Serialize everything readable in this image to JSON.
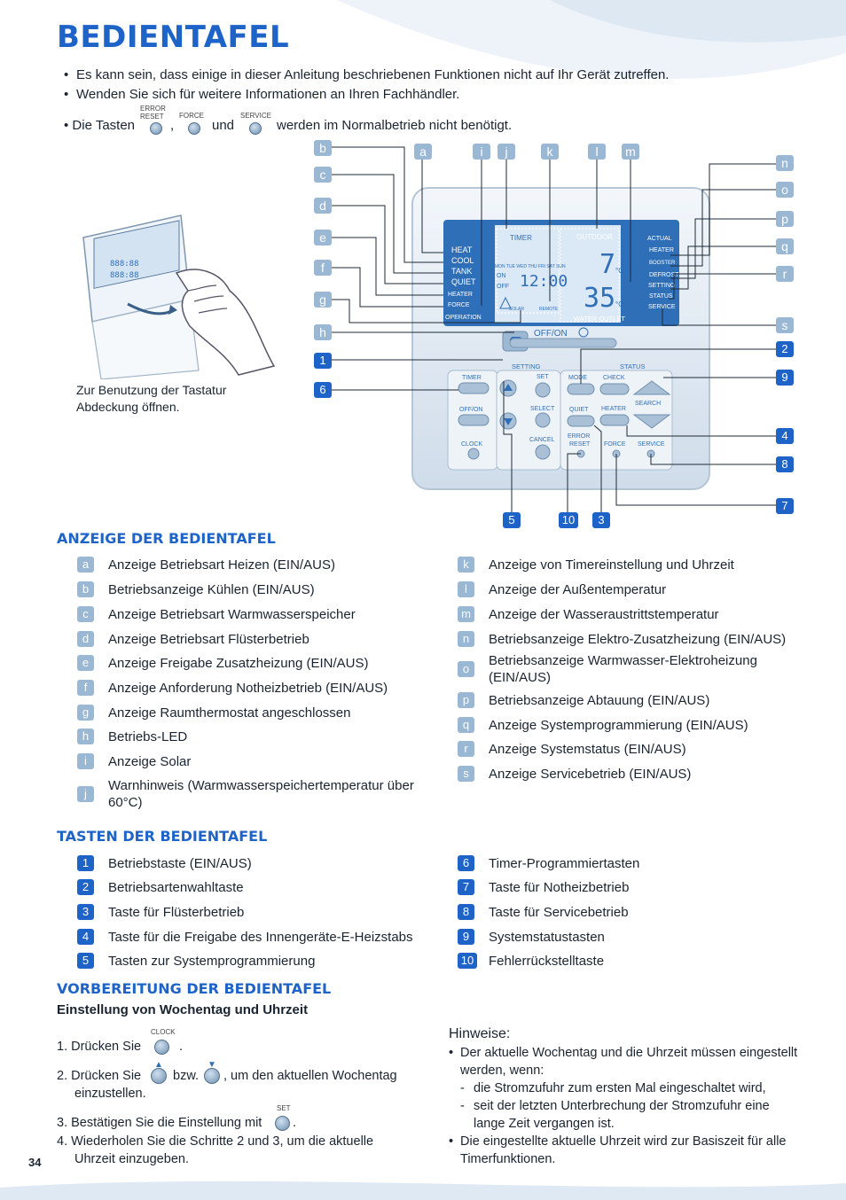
{
  "page": {
    "title": "BEDIENTAFEL",
    "page_number": "34"
  },
  "intro": {
    "bullet1": "Es kann sein, dass einige in dieser Anleitung beschriebenen Funktionen nicht auf Ihr Gerät zutreffen.",
    "bullet2": "Wenden Sie sich für weitere Informationen an Ihren Fachhändler.",
    "bullet3_prefix": "• Die Tasten",
    "key1_label_line1": "ERROR",
    "key1_label_line2": "RESET",
    "key2_label": "FORCE",
    "key3_label": "SERVICE",
    "comma": ",",
    "und": "und",
    "bullet3_suffix": "werden im Normalbetrieb nicht benötigt."
  },
  "illustration": {
    "caption": "Zur Benutzung der Tastatur Abdeckung öffnen."
  },
  "panel": {
    "lcd_left": [
      "HEAT",
      "COOL",
      "TANK",
      "QUIET",
      "HEATER",
      "FORCE",
      "OPERATION"
    ],
    "lcd_timer": "TIMER",
    "lcd_outdoor": "OUTDOOR",
    "lcd_days": "MON TUE WED THU FRI SAT SUN",
    "lcd_on": "ON",
    "lcd_off": "OFF",
    "lcd_time": "12:00",
    "lcd_outdoor_value": "7",
    "lcd_water_value": "35",
    "lcd_unit": "°C",
    "lcd_solar": "SOLAR",
    "lcd_remote": "REMOTE",
    "lcd_water_outlet": "WATER OUTLET",
    "lcd_right": [
      "ACTUAL",
      "HEATER",
      "BOOSTER",
      "DEFROST",
      "SETTING",
      "STATUS",
      "SERVICE"
    ],
    "off_on": "OFF/ON",
    "setting": "SETTING",
    "status": "STATUS",
    "btn_timer": "TIMER",
    "btn_offon": "OFF/ON",
    "btn_clock": "CLOCK",
    "btn_set": "SET",
    "btn_select": "SELECT",
    "btn_cancel": "CANCEL",
    "btn_mode": "MODE",
    "btn_quiet": "QUIET",
    "btn_error_reset_1": "ERROR",
    "btn_error_reset_2": "RESET",
    "btn_check": "CHECK",
    "btn_heater": "HEATER",
    "btn_search": "SEARCH",
    "btn_force": "FORCE",
    "btn_service": "SERVICE",
    "labels": {
      "a": "a",
      "b": "b",
      "c": "c",
      "d": "d",
      "e": "e",
      "f": "f",
      "g": "g",
      "h": "h",
      "i": "i",
      "j": "j",
      "k": "k",
      "l": "l",
      "m": "m",
      "n": "n",
      "o": "o",
      "p": "p",
      "q": "q",
      "r": "r",
      "s": "s",
      "n1": "1",
      "n2": "2",
      "n3": "3",
      "n4": "4",
      "n5": "5",
      "n6": "6",
      "n7": "7",
      "n8": "8",
      "n9": "9",
      "n10": "10"
    }
  },
  "anzeige": {
    "heading": "ANZEIGE DER BEDIENTAFEL",
    "left": [
      {
        "key": "a",
        "text": "Anzeige Betriebsart Heizen (EIN/AUS)"
      },
      {
        "key": "b",
        "text": "Betriebsanzeige Kühlen (EIN/AUS)"
      },
      {
        "key": "c",
        "text": "Anzeige Betriebsart Warmwasserspeicher"
      },
      {
        "key": "d",
        "text": "Anzeige Betriebsart Flüsterbetrieb"
      },
      {
        "key": "e",
        "text": "Anzeige Freigabe Zusatzheizung (EIN/AUS)"
      },
      {
        "key": "f",
        "text": "Anzeige Anforderung Notheizbetrieb (EIN/AUS)"
      },
      {
        "key": "g",
        "text": "Anzeige Raumthermostat angeschlossen"
      },
      {
        "key": "h",
        "text": "Betriebs-LED"
      },
      {
        "key": "i",
        "text": "Anzeige Solar"
      },
      {
        "key": "j",
        "text": "Warnhinweis (Warmwasserspeichertemperatur über 60°C)"
      }
    ],
    "right": [
      {
        "key": "k",
        "text": "Anzeige von Timereinstellung und Uhrzeit"
      },
      {
        "key": "l",
        "text": "Anzeige der Außentemperatur"
      },
      {
        "key": "m",
        "text": "Anzeige der Wasseraustrittstemperatur"
      },
      {
        "key": "n",
        "text": "Betriebsanzeige Elektro-Zusatzheizung (EIN/AUS)"
      },
      {
        "key": "o",
        "text": "Betriebsanzeige Warmwasser-Elektroheizung (EIN/AUS)"
      },
      {
        "key": "p",
        "text": "Betriebsanzeige Abtauung (EIN/AUS)"
      },
      {
        "key": "q",
        "text": "Anzeige Systemprogrammierung (EIN/AUS)"
      },
      {
        "key": "r",
        "text": "Anzeige Systemstatus (EIN/AUS)"
      },
      {
        "key": "s",
        "text": "Anzeige Servicebetrieb (EIN/AUS)"
      }
    ]
  },
  "tasten": {
    "heading": "TASTEN DER BEDIENTAFEL",
    "left": [
      {
        "key": "1",
        "text": "Betriebstaste (EIN/AUS)"
      },
      {
        "key": "2",
        "text": "Betriebsartenwahltaste"
      },
      {
        "key": "3",
        "text": "Taste für Flüsterbetrieb"
      },
      {
        "key": "4",
        "text": "Taste für die Freigabe des Innengeräte-E-Heizstabs"
      },
      {
        "key": "5",
        "text": "Tasten zur Systemprogrammierung"
      }
    ],
    "right": [
      {
        "key": "6",
        "text": "Timer-Programmiertasten"
      },
      {
        "key": "7",
        "text": "Taste für Notheizbetrieb"
      },
      {
        "key": "8",
        "text": "Taste für Servicebetrieb"
      },
      {
        "key": "9",
        "text": "Systemstatustasten"
      },
      {
        "key": "10",
        "text": "Fehlerrückstelltaste"
      }
    ]
  },
  "vorbereitung": {
    "heading": "VORBEREITUNG DER BEDIENTAFEL",
    "subheading": "Einstellung von Wochentag und Uhrzeit",
    "step1_a": "1.  Drücken Sie",
    "step1_b": ".",
    "step1_key": "CLOCK",
    "step2_a": "2.  Drücken Sie",
    "step2_b": "bzw.",
    "step2_c": ", um den aktuellen Wochentag",
    "step2_d": "einzustellen.",
    "step3_a": "3.  Bestätigen Sie die Einstellung mit",
    "step3_b": ".",
    "step3_key": "SET",
    "step4_a": "4.  Wiederholen Sie die Schritte 2 und 3, um die aktuelle",
    "step4_b": "Uhrzeit einzugeben."
  },
  "hinweise": {
    "title": "Hinweise:",
    "b1": "Der aktuelle Wochentag und die Uhrzeit müssen eingestellt werden, wenn:",
    "d1": "die Stromzufuhr zum ersten Mal eingeschaltet wird,",
    "d2": "seit der letzten Unterbrechung der Stromzufuhr eine lange Zeit vergangen ist.",
    "b2": "Die eingestellte aktuelle Uhrzeit wird zur Basiszeit für alle Timerfunktionen."
  },
  "colors": {
    "accent": "#1e64c8",
    "label_bg": "#9ab7d3",
    "panel_bg": "#e3edf6",
    "lcd_blue": "#2f6fb8"
  }
}
